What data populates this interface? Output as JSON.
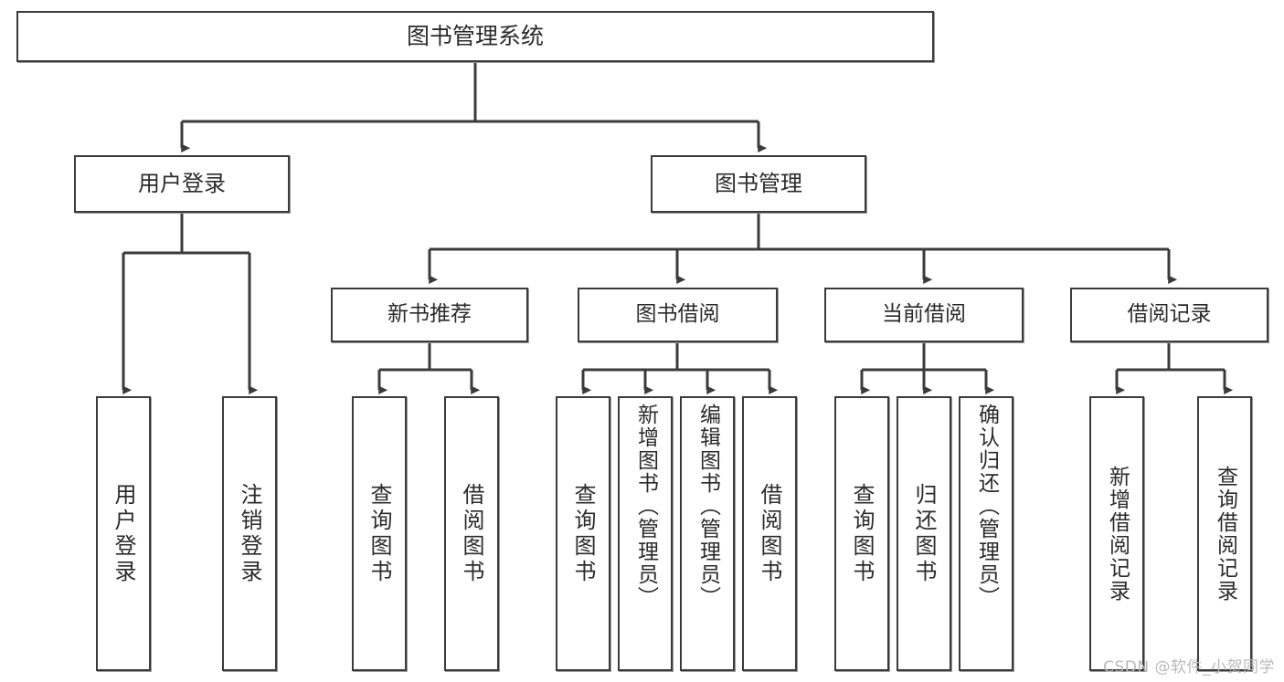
{
  "diagram": {
    "type": "tree",
    "title": "图书管理系统",
    "watermark": "CSDN @软件_小贺同学",
    "colors": {
      "box_border": "#3b3b3b",
      "box_fill": "#ffffff",
      "edge": "#3b3b3b",
      "text": "#2b2b2b",
      "watermark": "#b9b9b9",
      "canvas": "#ffffff"
    },
    "nodes": {
      "root": {
        "label": "图书管理系统"
      },
      "level2": [
        {
          "id": "user-login",
          "label": "用户登录"
        },
        {
          "id": "book-manage",
          "label": "图书管理"
        }
      ],
      "level3": [
        {
          "id": "new-book-recommend",
          "label": "新书推荐"
        },
        {
          "id": "book-borrow",
          "label": "图书借阅"
        },
        {
          "id": "current-borrow",
          "label": "当前借阅"
        },
        {
          "id": "borrow-record",
          "label": "借阅记录"
        }
      ],
      "leaves": [
        {
          "id": "leaf-user-login",
          "label": "用户登录",
          "parent": "user-login"
        },
        {
          "id": "leaf-logout",
          "label": "注销登录",
          "parent": "user-login"
        },
        {
          "id": "leaf-query-book-1",
          "label": "查询图书",
          "parent": "new-book-recommend"
        },
        {
          "id": "leaf-borrow-book-1",
          "label": "借阅图书",
          "parent": "new-book-recommend"
        },
        {
          "id": "leaf-query-book-2",
          "label": "查询图书",
          "parent": "book-borrow"
        },
        {
          "id": "leaf-add-book",
          "label": "新增图书（管理员）",
          "parent": "book-borrow"
        },
        {
          "id": "leaf-edit-book",
          "label": "编辑图书（管理员）",
          "parent": "book-borrow"
        },
        {
          "id": "leaf-borrow-book-2",
          "label": "借阅图书",
          "parent": "book-borrow"
        },
        {
          "id": "leaf-query-book-3",
          "label": "查询图书",
          "parent": "current-borrow"
        },
        {
          "id": "leaf-return-book",
          "label": "归还图书",
          "parent": "current-borrow"
        },
        {
          "id": "leaf-confirm-return",
          "label": "确认归还（管理员）",
          "parent": "current-borrow"
        },
        {
          "id": "leaf-add-record",
          "label": "新增借阅记录",
          "parent": "borrow-record"
        },
        {
          "id": "leaf-query-record",
          "label": "查询借阅记录",
          "parent": "borrow-record"
        }
      ]
    }
  }
}
